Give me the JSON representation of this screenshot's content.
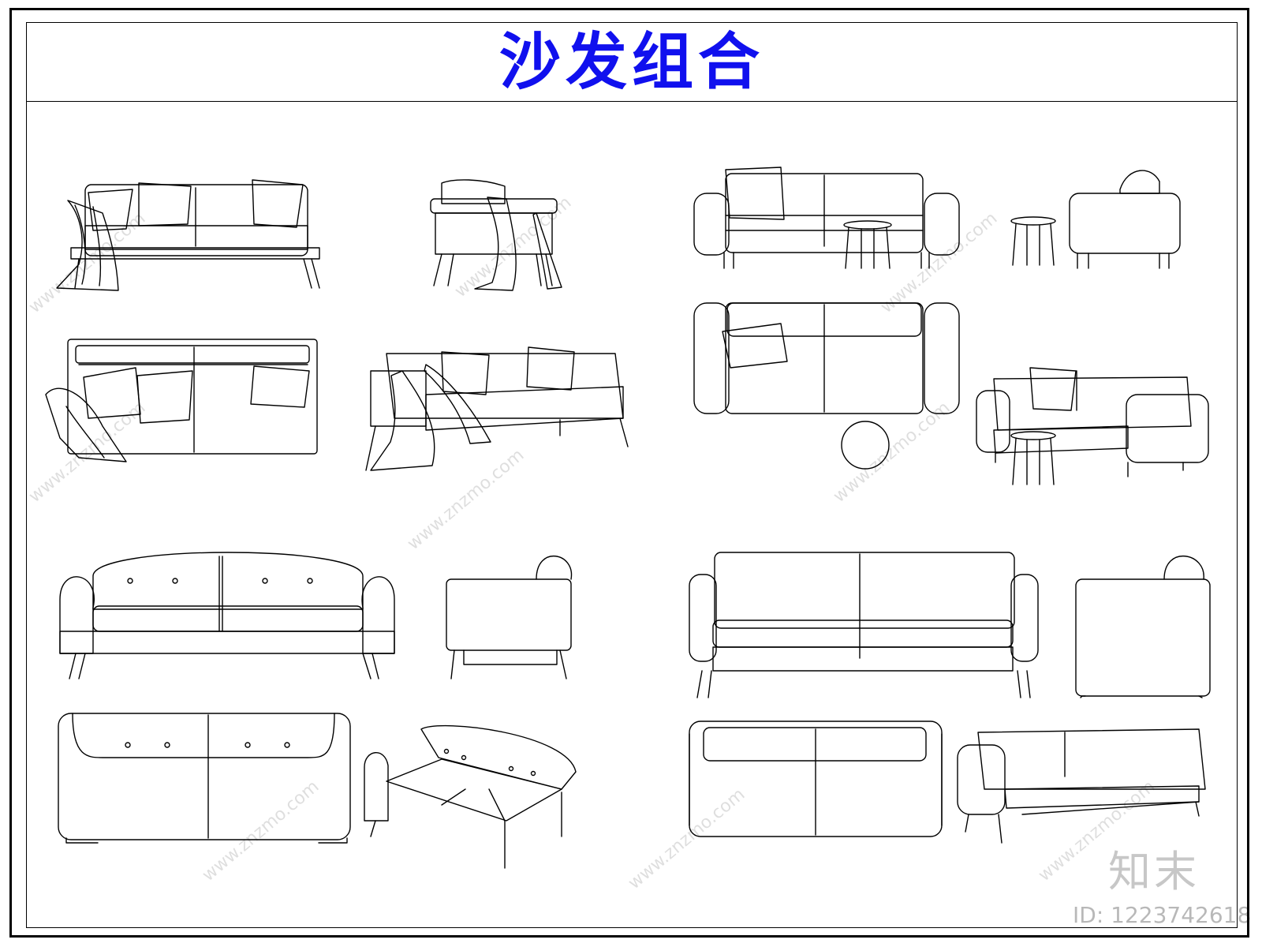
{
  "title": "沙发组合",
  "colors": {
    "title": "#1010ee",
    "line": "#000000"
  },
  "watermark": {
    "text": "www.znzmo.com",
    "brand": "知末",
    "id_text": "ID: 1223742618"
  }
}
